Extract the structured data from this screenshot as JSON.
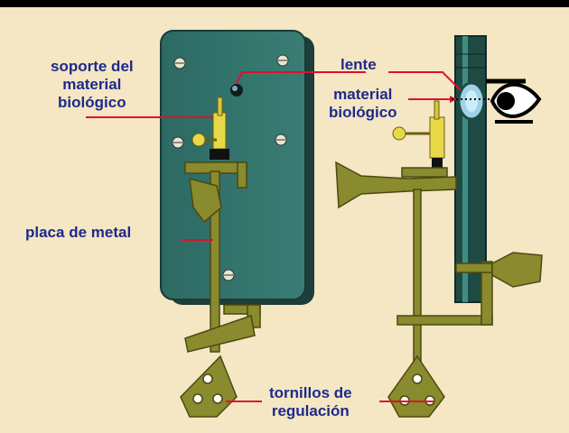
{
  "labels": {
    "soporte": [
      "soporte del",
      "material",
      "biológico"
    ],
    "lente": "lente",
    "material": [
      "material",
      "biológico"
    ],
    "placa": "placa de metal",
    "tornillos": [
      "tornillos de",
      "regulación"
    ]
  },
  "colors": {
    "background": "#f5e6c4",
    "plate": "#2f6e66",
    "brass": "#8a8a2e",
    "label_text": "#1c2a8c",
    "pointer": "#e0102a",
    "eye": "#000000"
  }
}
